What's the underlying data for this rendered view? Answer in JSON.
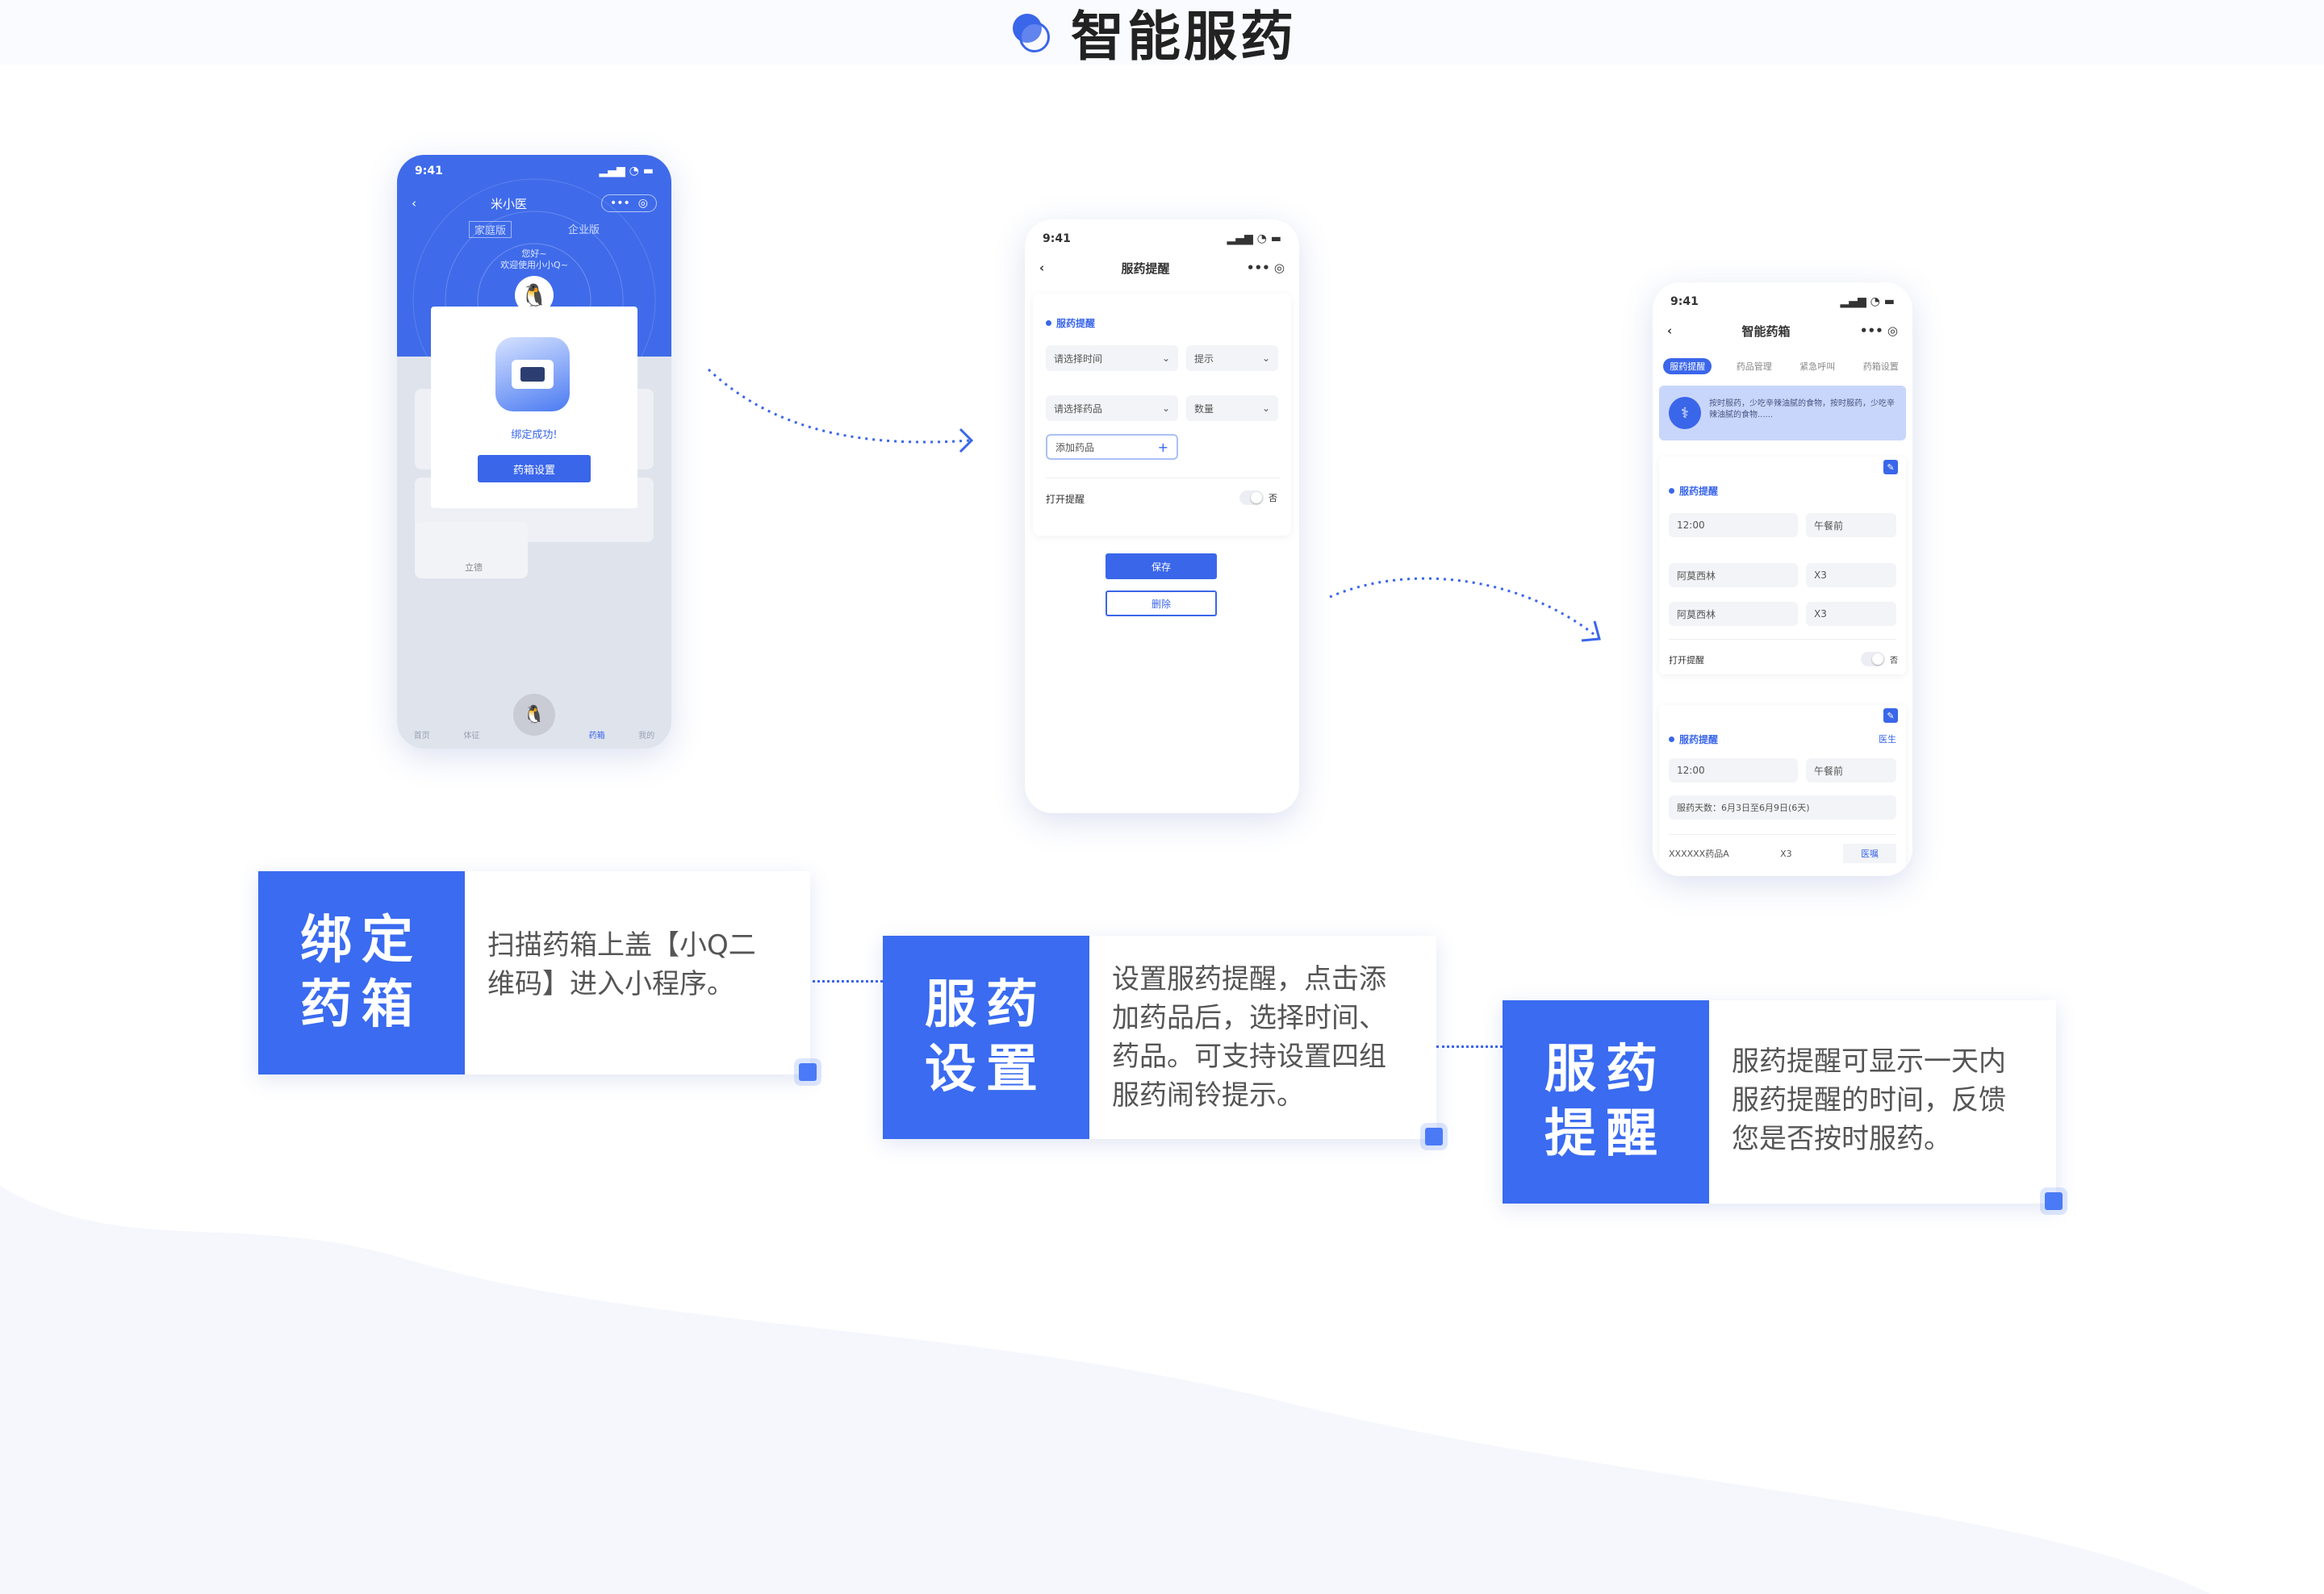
{
  "page": {
    "title": "智能服药",
    "accent": "#3a66ea"
  },
  "phone1": {
    "time": "9:41",
    "nav_title": "米小医",
    "tabs": [
      "家庭版",
      "企业版"
    ],
    "greeting": "您好~",
    "welcome": "欢迎使用小小Q~",
    "popup_text": "绑定成功!",
    "popup_button": "药箱设置",
    "bg_label": "立德",
    "bottom_tabs": [
      "首页",
      "体征",
      "",
      "药箱",
      "我的"
    ]
  },
  "phone2": {
    "time": "9:41",
    "nav_title": "服药提醒",
    "section": "服药提醒",
    "select_time": "请选择时间",
    "select_hint": "提示",
    "select_drug": "请选择药品",
    "select_qty": "数量",
    "add_drug": "添加药品",
    "open_reminder": "打开提醒",
    "no": "否",
    "save": "保存",
    "delete": "删除"
  },
  "phone3": {
    "time": "9:41",
    "nav_title": "智能药箱",
    "tabs": [
      "服药提醒",
      "药品管理",
      "紧急呼叫",
      "药箱设置"
    ],
    "banner_text": "按时服药，少吃辛辣油腻的食物，按时服药，少吃辛辣油腻的食物......",
    "section1": "服药提醒",
    "time1": "12:00",
    "meal1": "午餐前",
    "drug1": "阿莫西林",
    "qty1": "X3",
    "drug2": "阿莫西林",
    "qty2": "X3",
    "open_reminder": "打开提醒",
    "no": "否",
    "section2": "服药提醒",
    "doctor": "医生",
    "time2": "12:00",
    "meal2": "午餐前",
    "days": "服药天数：6月3日至6月9日(6天)",
    "drugA": "XXXXXX药品A",
    "qtyA": "X3",
    "action": "医嘱"
  },
  "cards": [
    {
      "title_line1": "绑定",
      "title_line2": "药箱",
      "text_line1": "扫描药箱上盖【小Q二",
      "text_line2": "维码】进入小程序。",
      "text_line3": ""
    },
    {
      "title_line1": "服药",
      "title_line2": "设置",
      "text_line1": "设置服药提醒，点击添",
      "text_line2": "加药品后，选择时间、",
      "text_line3": "药品。可支持设置四组",
      "text_line4": "服药闹铃提示。"
    },
    {
      "title_line1": "服药",
      "title_line2": "提醒",
      "text_line1": "服药提醒可显示一天内",
      "text_line2": "服药提醒的时间，反馈",
      "text_line3": "您是否按时服药。"
    }
  ]
}
